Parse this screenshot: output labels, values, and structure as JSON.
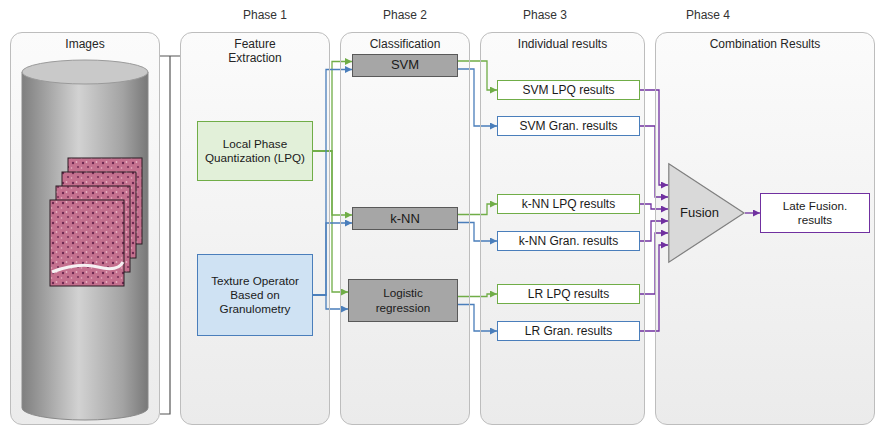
{
  "diagram": {
    "nodes": [
      {
        "text": [
          "Images"
        ]
      },
      {
        "text": [
          "Feature Extraction"
        ]
      },
      {
        "text": [
          "Local Phase Quantization (LPQ)"
        ],
        "in": 1
      },
      {
        "text": [
          "Texture Operator Based on Granulometry"
        ],
        "in": 1
      },
      {
        "text": [
          "Classification"
        ]
      },
      {
        "text": [
          "SVM"
        ],
        "in": 4
      },
      {
        "text": [
          "k-NN"
        ],
        "in": 4
      },
      {
        "text": [
          "Logistic regression"
        ],
        "in": 4
      },
      {
        "text": [
          "Individual results"
        ]
      },
      {
        "text": [
          "SVM LPQ results"
        ],
        "in": 8
      },
      {
        "text": [
          "SVM Gran. results"
        ],
        "in": 8
      },
      {
        "text": [
          "k-NN LPQ results"
        ],
        "in": 8
      },
      {
        "text": [
          "k-NN Gran. results"
        ],
        "in": 8
      },
      {
        "text": [
          "LR LPQ results"
        ],
        "in": 8
      },
      {
        "text": [
          "LR Gran. results"
        ],
        "in": 8
      },
      {
        "text": [
          "Combination Results"
        ]
      },
      {
        "text": [
          "Fusion"
        ],
        "in": 15
      },
      {
        "text": [
          "Late Fusion. results"
        ],
        "in": 15
      }
    ],
    "edges": [
      {
        "from": 2,
        "to": 5,
        "arrow": "to"
      },
      {
        "from": 2,
        "to": 6,
        "arrow": "to"
      },
      {
        "from": 2,
        "to": 7,
        "arrow": "to"
      },
      {
        "from": 3,
        "to": 5,
        "arrow": "to"
      },
      {
        "from": 3,
        "to": 6,
        "arrow": "to"
      },
      {
        "from": 3,
        "to": 7,
        "arrow": "to"
      },
      {
        "from": 5,
        "to": 9,
        "arrow": "to"
      },
      {
        "from": 5,
        "to": 10,
        "arrow": "to"
      },
      {
        "from": 6,
        "to": 11,
        "arrow": "to"
      },
      {
        "from": 6,
        "to": 12,
        "arrow": "to"
      },
      {
        "from": 7,
        "to": 13,
        "arrow": "to"
      },
      {
        "from": 7,
        "to": 14,
        "arrow": "to"
      },
      {
        "from": 9,
        "to": 16,
        "arrow": "to"
      },
      {
        "from": 10,
        "to": 16,
        "arrow": "to"
      },
      {
        "from": 11,
        "to": 16,
        "arrow": "to"
      },
      {
        "from": 12,
        "to": 16,
        "arrow": "to"
      },
      {
        "from": 13,
        "to": 16,
        "arrow": "to"
      },
      {
        "from": 14,
        "to": 16,
        "arrow": "to"
      },
      {
        "from": 16,
        "to": 17,
        "arrow": "to"
      }
    ],
    "labels": [
      "Phase 1",
      "Phase 2",
      "Phase 3",
      "Phase 4"
    ]
  }
}
